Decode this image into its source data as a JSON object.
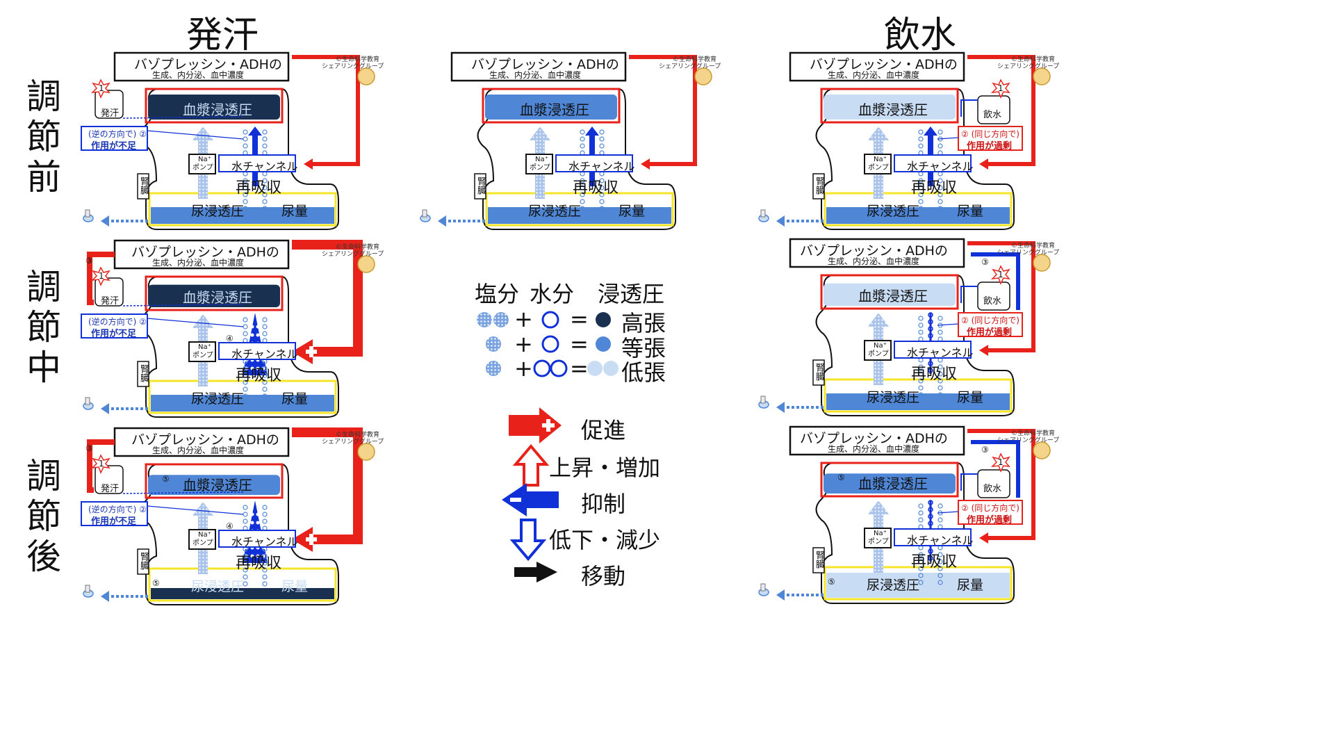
{
  "columns": {
    "left": "発汗",
    "right": "飲水"
  },
  "rows": [
    "調\n節\n前",
    "調\n節\n中",
    "調\n節\n後"
  ],
  "panel_text": {
    "hbox_title": "バゾプレッシン・ADHの",
    "hbox_sub": "生成、内分泌、血中濃度",
    "copyright_1": "©生命科学教育",
    "copyright_2": "シェアリンググループ",
    "plasma": "血漿浸透圧",
    "channel": "水チャンネル",
    "pump_1": "Na⁺",
    "pump_2": "ポンプ",
    "kidney": "腎臓",
    "reabsorb": "再吸収",
    "urine_osm_a": "尿浸透圧",
    "urine_osm_b": "尿浸透圧",
    "urine_vol": "尿量",
    "sweat": "発汗",
    "drink": "飲水",
    "opp_dir": "(逆の方向で) ②",
    "insufficient": "作用が不足",
    "same_dir": "② (同じ方向で)",
    "excess": "作用が過剰",
    "n1": "1",
    "n3": "③",
    "n4": "④",
    "n5": "⑤"
  },
  "legend": {
    "headers": [
      "塩分",
      "水分",
      "浸透圧"
    ],
    "plus": "+",
    "equals": "=",
    "results": [
      "高張",
      "等張",
      "低張"
    ],
    "arrows": [
      "促進",
      "上昇・増加",
      "抑制",
      "低下・減少",
      "移動"
    ]
  },
  "colors": {
    "red": "#e8221a",
    "blue": "#1030d8",
    "dark_navy": "#1a3050",
    "medium_blue": "#4f87d6",
    "light_blue": "#c8dcf3",
    "yellow": "#f5e52a",
    "dot_blue": "#7aa3e0"
  }
}
